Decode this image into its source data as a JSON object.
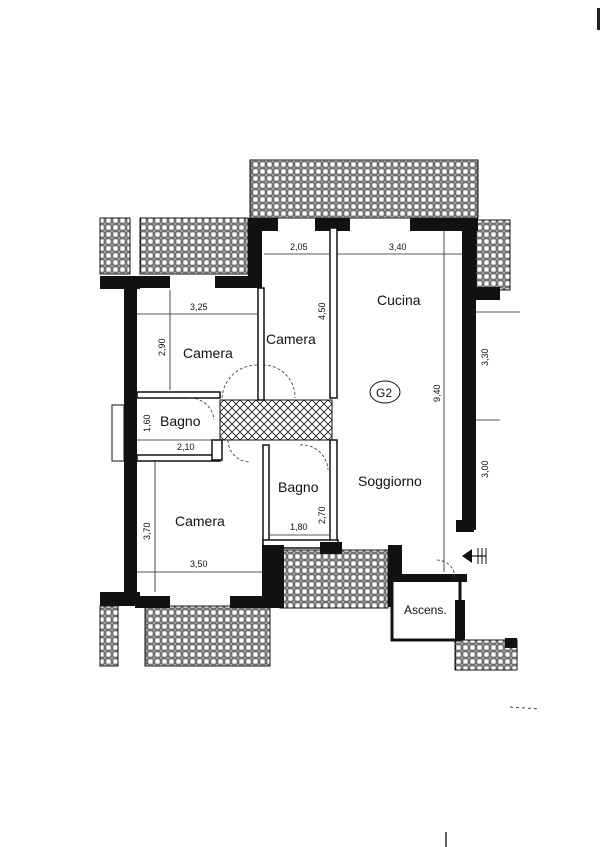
{
  "plan_tag": "G2",
  "rooms": {
    "camera_top_left": "Camera",
    "camera_top_mid": "Camera",
    "cucina": "Cucina",
    "bagno_small": "Bagno",
    "bagno_mid": "Bagno",
    "soggiorno": "Soggiorno",
    "camera_bottom": "Camera",
    "ascens": "Ascens."
  },
  "dimensions": {
    "camera_top_left_w": "3,25",
    "camera_top_left_h": "2,90",
    "camera_top_mid_w": "2,05",
    "camera_top_mid_h": "4,50",
    "cucina_w": "3,40",
    "total_h": "9,40",
    "right_upper": "3,30",
    "right_lower": "3,00",
    "bagno_small_h": "1,60",
    "bagno_small_w": "2,10",
    "camera_bottom_h": "3,70",
    "camera_bottom_w": "3,50",
    "bagno_mid_w": "1,80",
    "bagno_mid_h": "2,70"
  }
}
